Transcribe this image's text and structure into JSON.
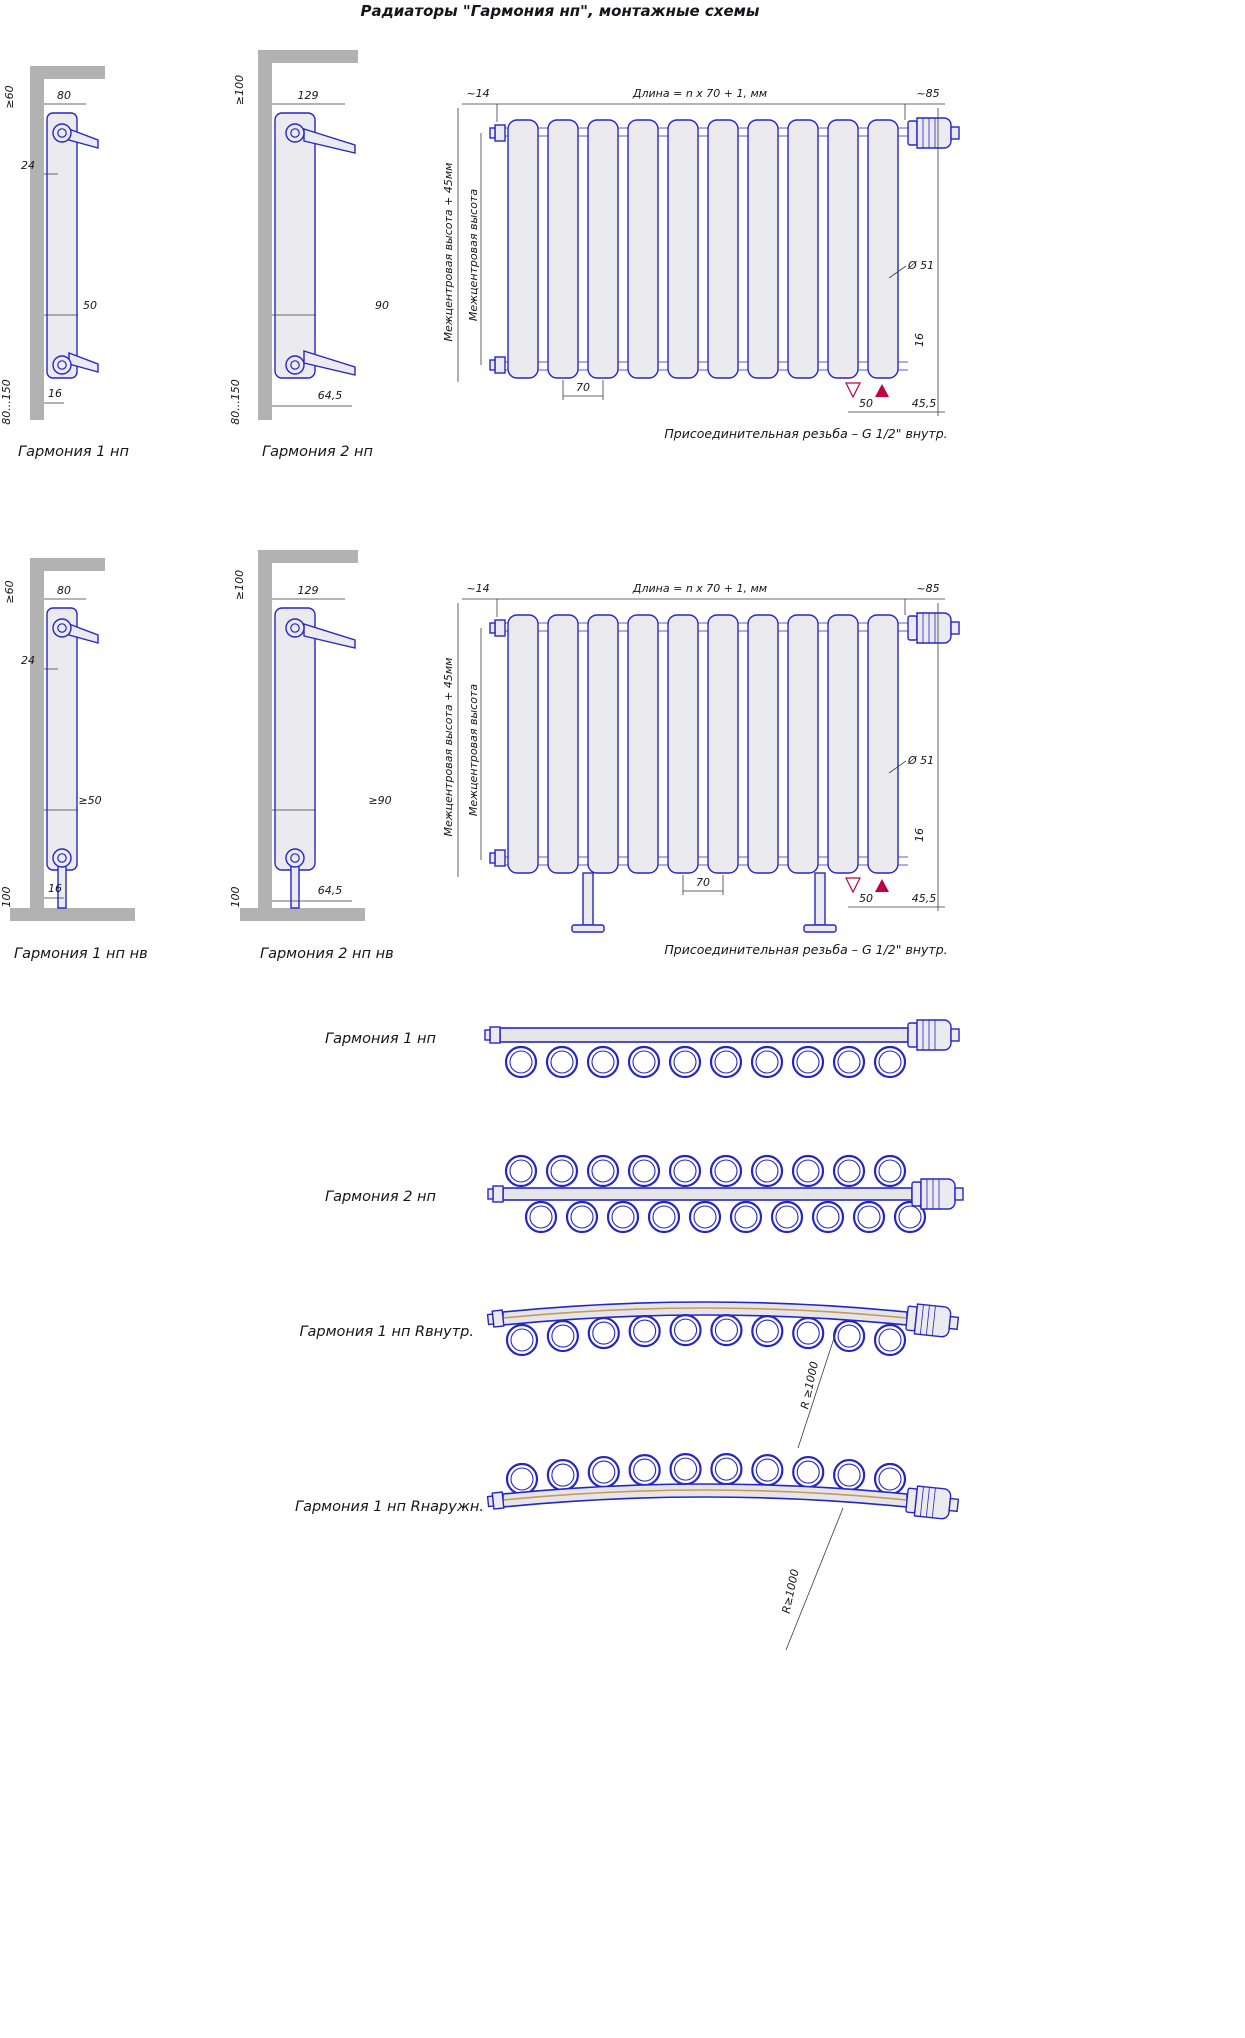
{
  "title": "Радиаторы \"Гармония нп\", монтажные схемы",
  "row1": {
    "side1": {
      "label": "Гармония 1 нп",
      "dim_wall": "≥60",
      "dim_top": "80",
      "dim_offset": "24",
      "dim_depth": "50",
      "dim_bottom": "16",
      "dim_height": "80...150"
    },
    "side2": {
      "label": "Гармония 2 нп",
      "dim_wall": "≥100",
      "dim_top": "129",
      "dim_depth": "90",
      "dim_bottom": "64,5",
      "dim_height": "80...150"
    },
    "front": {
      "dim_left": "~14",
      "dim_length": "Длина = n x 70 + 1, мм",
      "dim_right": "~85",
      "label_height1": "Межцентровая высота + 45мм",
      "label_height2": "Межцентровая высота",
      "dim_diameter": "Ø 51",
      "dim_16": "16",
      "dim_70": "70",
      "dim_50": "50",
      "dim_455": "45,5",
      "note": "Присоединительная резьба – G 1/2\" внутр."
    }
  },
  "row2": {
    "side1": {
      "label": "Гармония 1 нп нв",
      "dim_wall": "≥60",
      "dim_top": "80",
      "dim_offset": "24",
      "dim_depth": "≥50",
      "dim_bottom": "16",
      "dim_height": "100"
    },
    "side2": {
      "label": "Гармония 2 нп нв",
      "dim_wall": "≥100",
      "dim_top": "129",
      "dim_depth": "≥90",
      "dim_bottom": "64,5",
      "dim_height": "100"
    },
    "front": {
      "dim_left": "~14",
      "dim_length": "Длина = n x 70 + 1, мм",
      "dim_right": "~85",
      "label_height1": "Межцентровая высота + 45мм",
      "label_height2": "Межцентровая высота",
      "dim_diameter": "Ø 51",
      "dim_16": "16",
      "dim_70": "70",
      "dim_50": "50",
      "dim_455": "45,5",
      "note": "Присоединительная резьба – G 1/2\" внутр."
    }
  },
  "top_views": {
    "v1": {
      "label": "Гармония 1 нп"
    },
    "v2": {
      "label": "Гармония 2 нп"
    },
    "v3": {
      "label": "Гармония 1 нп Rвнутр.",
      "radius": "R ≥1000"
    },
    "v4": {
      "label": "Гармония 1 нп Rнаружн.",
      "radius": "R≥1000"
    }
  },
  "drawing": {
    "sections_count": 10,
    "line_color": "#2626c4",
    "fill_color": "#eaeaef",
    "dim_color": "#15151c",
    "accent_red": "#c00040"
  }
}
